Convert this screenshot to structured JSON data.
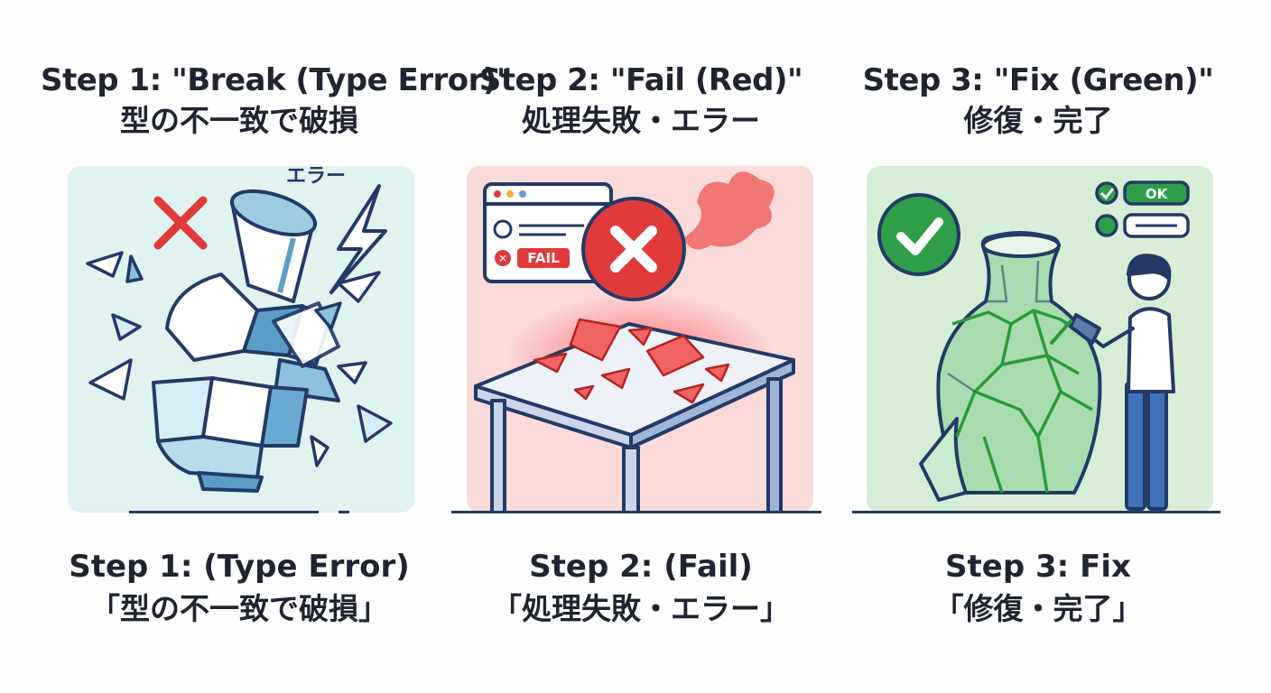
{
  "steps": [
    {
      "heading": "Step 1: \"Break (Type Error)\"",
      "heading_jp": "型の不一致で破損",
      "panel_label": "エラー",
      "caption": "Step 1: (Type Error)",
      "caption_jp": "「型の不一致で破損」",
      "panel_color": "#dff3f1"
    },
    {
      "heading": "Step 2: \"Fail (Red)\"",
      "heading_jp": "処理失敗・エラー",
      "panel_label": "FAIL",
      "caption": "Step 2: (Fail)",
      "caption_jp": "「処理失敗・エラー」",
      "panel_color": "#fbdada"
    },
    {
      "heading": "Step 3: \"Fix (Green)\"",
      "heading_jp": "修復・完了",
      "panel_label": "OK",
      "caption": "Step 3: Fix",
      "caption_jp": "「修復・完了」",
      "panel_color": "#d6eed6"
    }
  ],
  "colors": {
    "outline": "#233a66",
    "error_red": "#e03a3a",
    "ok_green": "#2f9e4a",
    "glass_blue": "#5a9ec7"
  }
}
